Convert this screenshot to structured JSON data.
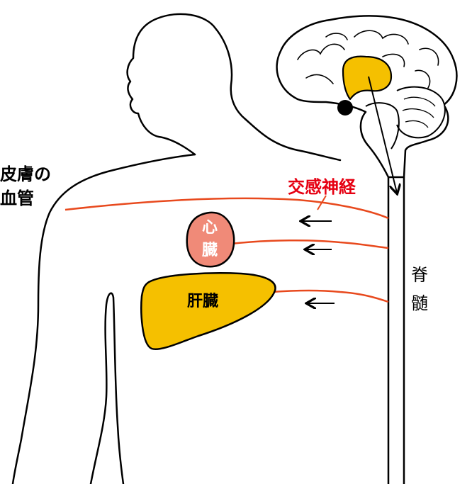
{
  "labels": {
    "skin_vessel_line1": "皮膚の",
    "skin_vessel_line2": "血管",
    "sympathetic_nerve": "交感神経",
    "heart_line1": "心",
    "heart_line2": "臓",
    "liver": "肝臓",
    "spinal_cord_line1": "脊",
    "spinal_cord_line2": "髄"
  },
  "colors": {
    "outline": "#000000",
    "nerve": "#e8491d",
    "nerve_label": "#e60012",
    "heart_fill": "#f08a78",
    "heart_text": "#ffffff",
    "organ_fill": "#f5c000",
    "background": "#ffffff"
  },
  "icons": {
    "arrows": [
      "left-arrow-icon",
      "left-arrow-icon",
      "left-arrow-icon",
      "down-arrow-icon"
    ],
    "dot": "hypothalamus-dot-icon"
  }
}
